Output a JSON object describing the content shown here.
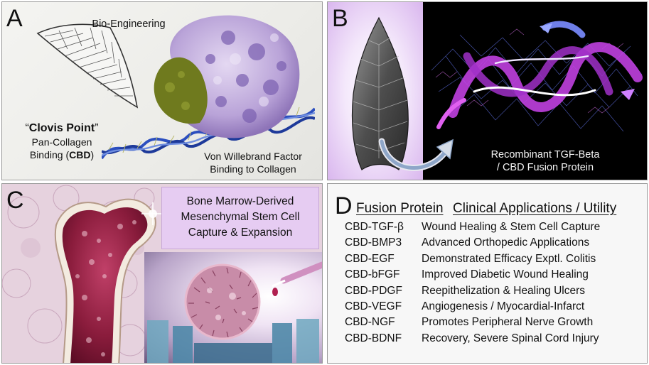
{
  "panel_a": {
    "letter": "A",
    "bioengineering": "Bio-Engineering",
    "clovis_open_quote": "“",
    "clovis_name": "Clovis Point",
    "clovis_close_quote": "”",
    "pan_collagen": "Pan-Collagen",
    "binding_prefix": "Binding (",
    "binding_abbrev": "CBD",
    "binding_suffix": ")",
    "vwf_line1": "Von Willebrand Factor",
    "vwf_line2": "Binding to Collagen"
  },
  "panel_b": {
    "letter": "B",
    "caption_line1": "Recombinant TGF-Beta",
    "caption_line2": "/ CBD  Fusion Protein"
  },
  "panel_c": {
    "letter": "C",
    "box_line1": "Bone Marrow-Derived",
    "box_line2": "Mesenchymal Stem Cell",
    "box_line3": "Capture & Expansion"
  },
  "panel_d": {
    "letter": "D",
    "header_left": "Fusion Protein",
    "header_right": "Clinical Applications / Utility",
    "rows": [
      {
        "protein": "CBD-TGF-β",
        "application": "Wound Healing & Stem Cell Capture"
      },
      {
        "protein": "CBD-BMP3",
        "application": "Advanced Orthopedic Applications"
      },
      {
        "protein": "CBD-EGF",
        "application": "Demonstrated Efficacy Exptl. Colitis"
      },
      {
        "protein": "CBD-bFGF",
        "application": "Improved Diabetic Wound Healing"
      },
      {
        "protein": "CBD-PDGF",
        "application": "Reepithelization & Healing Ulcers"
      },
      {
        "protein": "CBD-VEGF",
        "application": "Angiogenesis / Myocardial-Infarct"
      },
      {
        "protein": "CBD-NGF",
        "application": "Promotes Peripheral Nerve Growth"
      },
      {
        "protein": "CBD-BDNF",
        "application": "Recovery, Severe Spinal Cord Injury"
      }
    ]
  },
  "colors": {
    "purple_box": "#e6ccf2",
    "protein_lilac": "#b9a3d8",
    "protein_olive": "#6f7a1e",
    "collagen_blue": "#2c4fbf",
    "ribbon_magenta": "#c040e0",
    "bone_red": "#8a1c3c"
  }
}
